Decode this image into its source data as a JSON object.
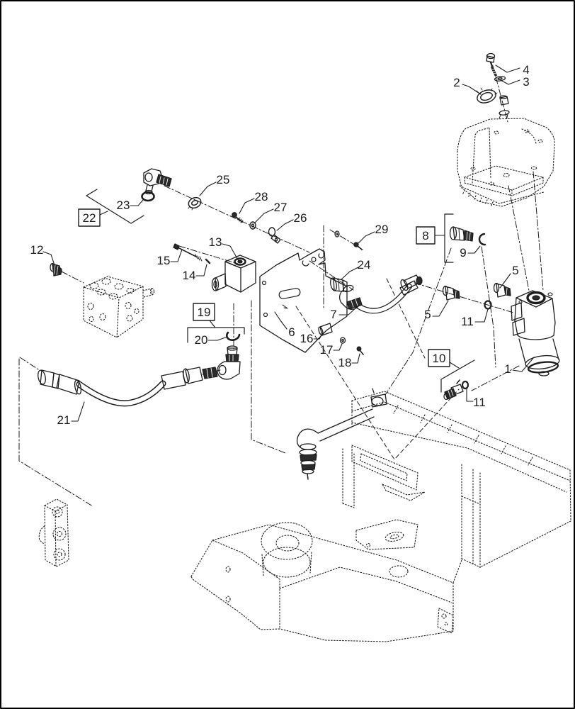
{
  "figure": {
    "background": "#ffffff",
    "line_color": "#1c1c1c",
    "dark_fill": "#2b2b2b",
    "border_color": "#000000"
  },
  "callouts": [
    {
      "id": "c1",
      "label": "1",
      "boxed": false
    },
    {
      "id": "c2",
      "label": "2",
      "boxed": false
    },
    {
      "id": "c3",
      "label": "3",
      "boxed": false
    },
    {
      "id": "c4",
      "label": "4",
      "boxed": false
    },
    {
      "id": "c5a",
      "label": "5",
      "boxed": false
    },
    {
      "id": "c5b",
      "label": "5",
      "boxed": false
    },
    {
      "id": "c6",
      "label": "6",
      "boxed": false
    },
    {
      "id": "c7",
      "label": "7",
      "boxed": false
    },
    {
      "id": "c8",
      "label": "8",
      "boxed": true
    },
    {
      "id": "c9",
      "label": "9",
      "boxed": false
    },
    {
      "id": "c10",
      "label": "10",
      "boxed": true
    },
    {
      "id": "c11a",
      "label": "11",
      "boxed": false
    },
    {
      "id": "c11b",
      "label": "11",
      "boxed": false
    },
    {
      "id": "c12",
      "label": "12",
      "boxed": false
    },
    {
      "id": "c13",
      "label": "13",
      "boxed": false
    },
    {
      "id": "c14",
      "label": "14",
      "boxed": false
    },
    {
      "id": "c15",
      "label": "15",
      "boxed": false
    },
    {
      "id": "c16",
      "label": "16",
      "boxed": false
    },
    {
      "id": "c17",
      "label": "17",
      "boxed": false
    },
    {
      "id": "c18",
      "label": "18",
      "boxed": false
    },
    {
      "id": "c19",
      "label": "19",
      "boxed": true
    },
    {
      "id": "c20",
      "label": "20",
      "boxed": false
    },
    {
      "id": "c21",
      "label": "21",
      "boxed": false
    },
    {
      "id": "c22",
      "label": "22",
      "boxed": true
    },
    {
      "id": "c23",
      "label": "23",
      "boxed": false
    },
    {
      "id": "c24",
      "label": "24",
      "boxed": false
    },
    {
      "id": "c25",
      "label": "25",
      "boxed": false
    },
    {
      "id": "c26",
      "label": "26",
      "boxed": false
    },
    {
      "id": "c27",
      "label": "27",
      "boxed": false
    },
    {
      "id": "c28",
      "label": "28",
      "boxed": false
    },
    {
      "id": "c29",
      "label": "29",
      "boxed": false
    }
  ]
}
